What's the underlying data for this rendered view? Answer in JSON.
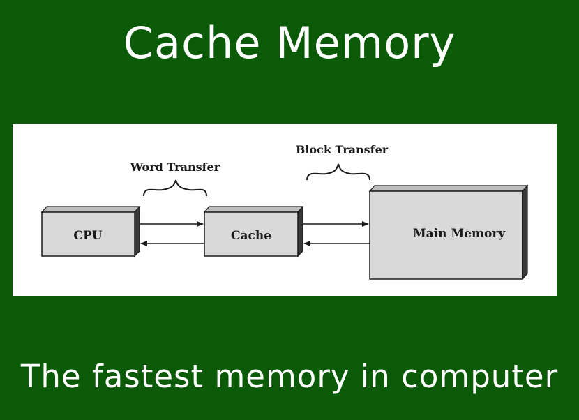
{
  "title": "Cache Memory",
  "subtitle": "The fastest memory in computer",
  "diagram": {
    "components": {
      "cpu": "CPU",
      "cache": "Cache",
      "main_memory": "Main Memory"
    },
    "transfers": {
      "word": "Word Transfer",
      "block": "Block Transfer"
    }
  },
  "colors": {
    "background": "#0b5a07",
    "panel": "#ffffff",
    "box_front": "#d9d9d9",
    "box_side": "#3a3a3a",
    "text": "#ffffff"
  }
}
